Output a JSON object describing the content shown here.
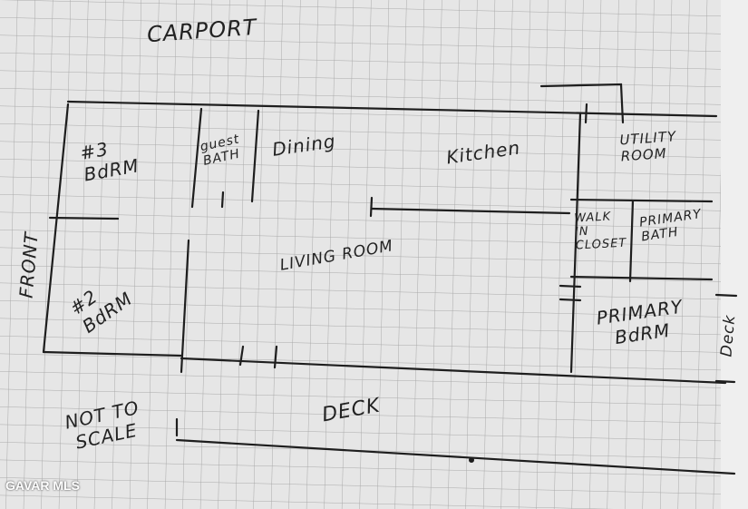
{
  "labels": {
    "carport": "CARPORT",
    "bedroom3": "#3 BdRM",
    "guest_bath": "guest BATH",
    "dining": "Dining",
    "kitchen": "Kitchen",
    "utility_room": "UTILITY ROOM",
    "walk_in_closet": "WALK IN CLOSET",
    "primary_bath": "PRIMARY BATH",
    "living_room": "LIVING ROOM",
    "bedroom2": "#2 BdRM",
    "front": "FRONT",
    "primary_bedroom": "PRIMARY BdRM",
    "side_deck": "Deck",
    "rear_deck": "DECK",
    "not_to_scale": "NOT TO SCALE"
  },
  "watermark": "GAVAR MLS",
  "colors": {
    "paper": "#e6e6e6",
    "grid": "#a9a9a9",
    "ink": "#1e1e1e"
  }
}
